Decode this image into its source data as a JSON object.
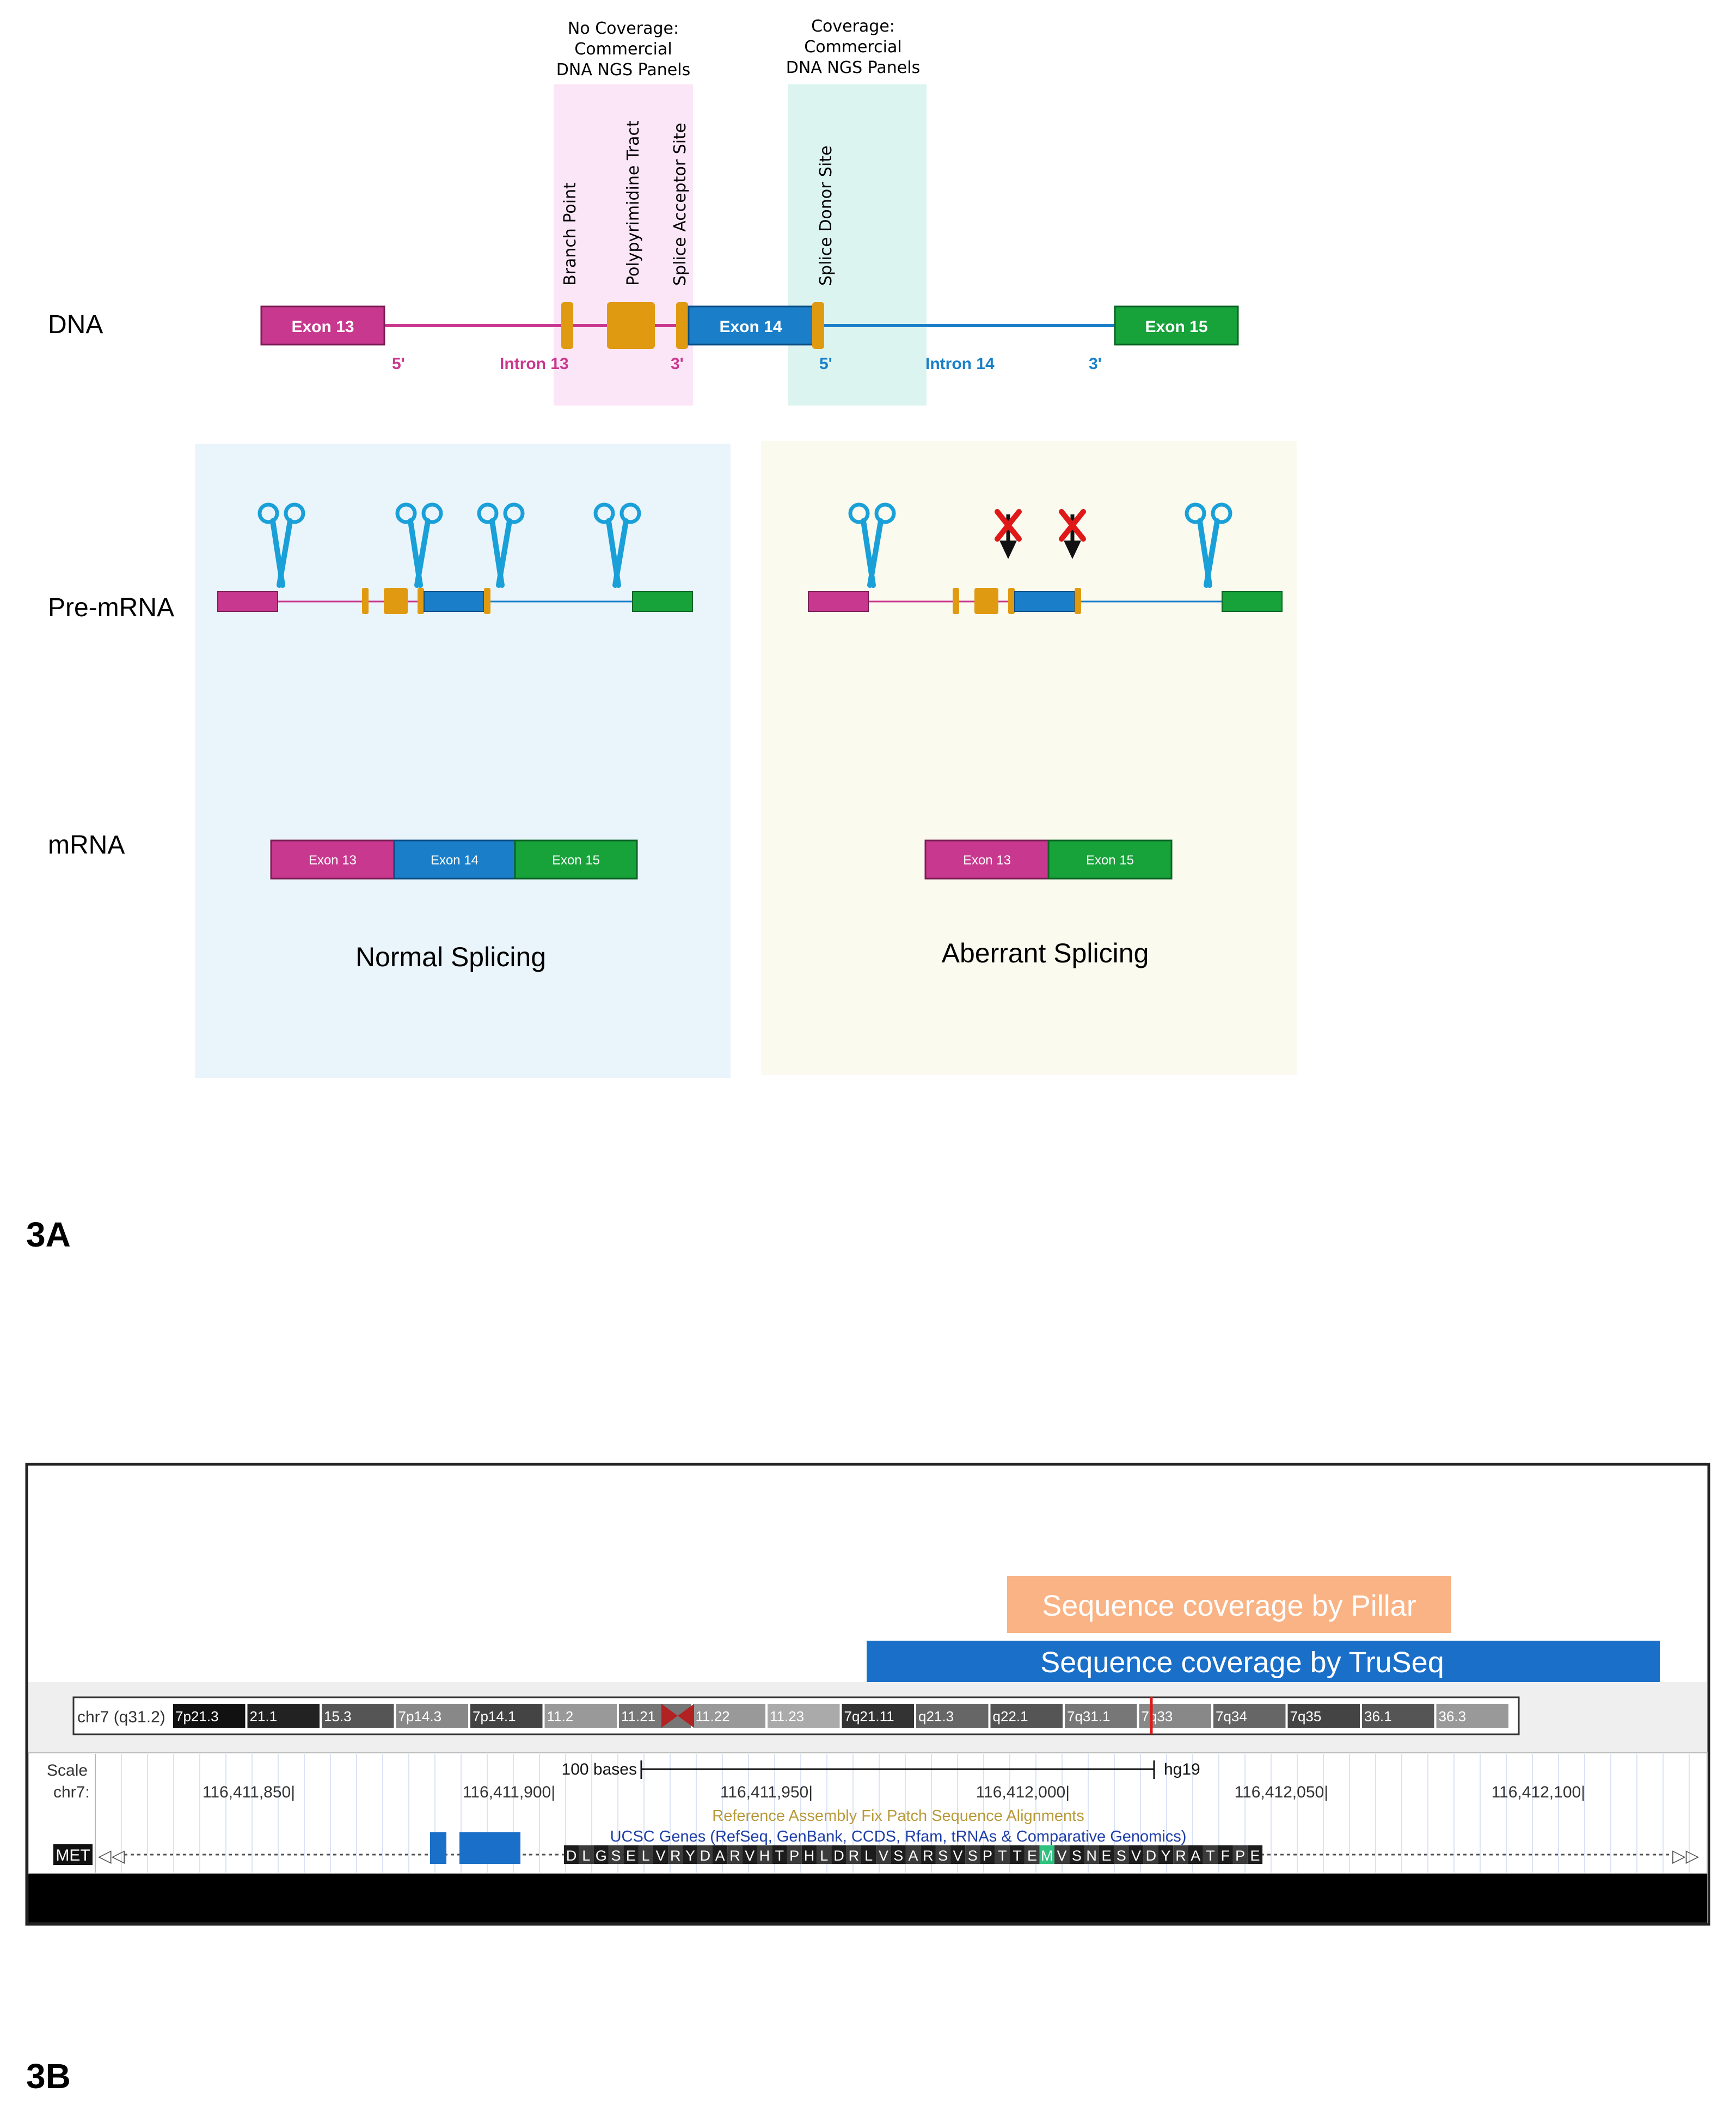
{
  "colors": {
    "exon13": "#c9388f",
    "exon14": "#1a7fc8",
    "exon15": "#17a23a",
    "element": "#e09a12",
    "intron13": "#c9388f",
    "intron14": "#1a7fc8",
    "noCoverageShade": "#fbe6f8",
    "coverageShade": "#dcf4f0",
    "normalPanel": "#eaf4fb",
    "aberrantPanel": "#fafaef",
    "scissors": "#1aa0d8",
    "xmark": "#e01818",
    "pillar": "#f9b384",
    "truseq": "#1a6fc8"
  },
  "figureA": {
    "label": "3A",
    "rowLabels": {
      "dna": "DNA",
      "pre": "Pre-mRNA",
      "mrna": "mRNA"
    },
    "noCoverage": "No Coverage:\nCommercial\nDNA NGS Panels",
    "coverage": "Coverage:\nCommercial\nDNA NGS Panels",
    "elements": {
      "branchPoint": "Branch Point",
      "polyTract": "Polypyrimidine Tract",
      "acceptor": "Splice Acceptor Site",
      "donor": "Splice Donor Site"
    },
    "exon13": "Exon 13",
    "exon14": "Exon 14",
    "exon15": "Exon 15",
    "intron13": "Intron 13",
    "intron14": "Intron 14",
    "fivePrime": "5'",
    "threePrime": "3'",
    "normal": "Normal Splicing",
    "aberrant": "Aberrant Splicing"
  },
  "figureB": {
    "label": "3B",
    "pillar": "Sequence coverage by Pillar",
    "truseq": "Sequence coverage by TruSeq",
    "chrom": "chr7 (q31.2)",
    "bands": [
      "7p21.3",
      "21.1",
      "15.3",
      "7p14.3",
      "7p14.1",
      "11.2",
      "11.21",
      "11.22",
      "11.23",
      "7q21.11",
      "q21.3",
      "q22.1",
      "7q31.1",
      "7q33",
      "7q34",
      "7q35",
      "36.1",
      "36.3"
    ],
    "scale": "Scale",
    "chr": "chr7:",
    "bases": "100 bases",
    "assembly": "hg19",
    "positions": [
      "116,411,850",
      "116,411,900",
      "116,411,950",
      "116,412,000",
      "116,412,050",
      "116,412,100"
    ],
    "patchTrack": "Reference Assembly Fix Patch Sequence Alignments",
    "genesTrack": "UCSC Genes (RefSeq, GenBank, CCDS, Rfam, tRNAs & Comparative Genomics)",
    "gene": "MET",
    "aminoAcids": "DLGSELVRYDARVHTPHLDRLVSARSVSPTTEMVSNESVDYRATFPE"
  }
}
